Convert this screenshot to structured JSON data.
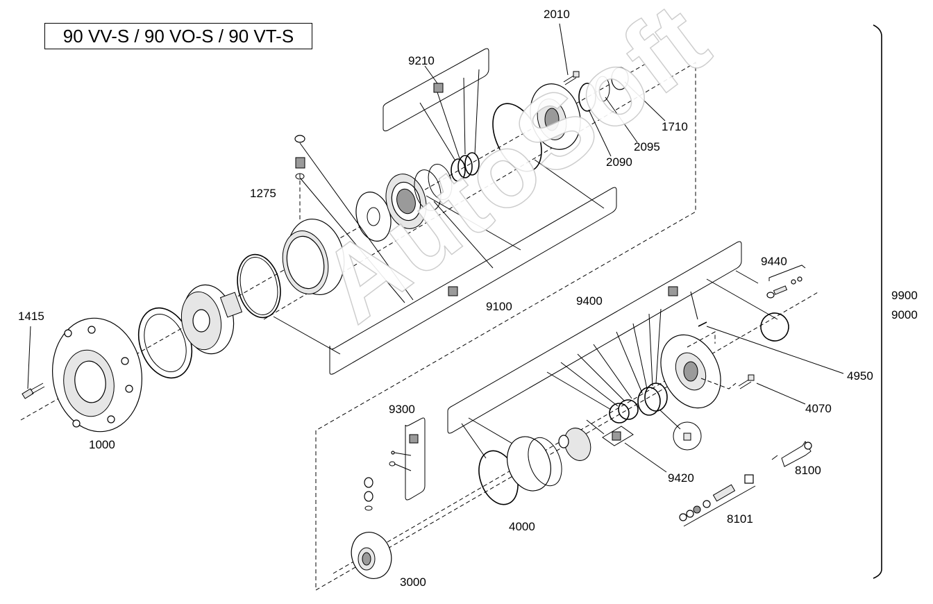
{
  "title": "90 VV-S / 90 VO-S / 90 VT-S",
  "watermark": "AutoSoft",
  "labels": {
    "p2010": "2010",
    "p9210": "9210",
    "p1710": "1710",
    "p2095": "2095",
    "p2090": "2090",
    "p1275": "1275",
    "p9440": "9440",
    "p9900": "9900",
    "p9000": "9000",
    "p1415": "1415",
    "p9100": "9100",
    "p9400": "9400",
    "p4950": "4950",
    "p4070": "4070",
    "p1000": "1000",
    "p9300": "9300",
    "p9420": "9420",
    "p8100": "8100",
    "p4000": "4000",
    "p8101": "8101",
    "p3000": "3000"
  },
  "colors": {
    "line": "#000000",
    "background": "#ffffff",
    "watermark_outline": "#c8c8c8"
  }
}
